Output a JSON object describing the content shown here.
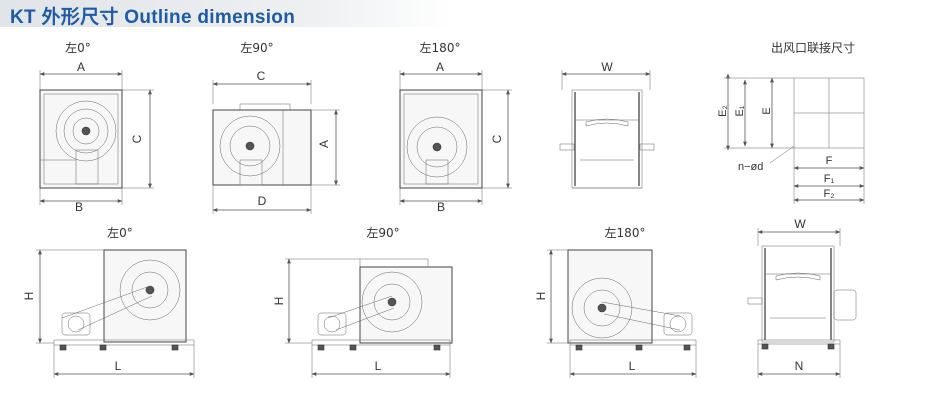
{
  "title": "KT  外形尺寸  Outline dimension",
  "views_top": {
    "left0": {
      "label": "左0°",
      "dims": [
        "A",
        "B",
        "C"
      ]
    },
    "left90": {
      "label": "左90°",
      "dims": [
        "C",
        "D",
        "A"
      ]
    },
    "left180": {
      "label": "左180°",
      "dims": [
        "A",
        "B",
        "C"
      ]
    },
    "front": {
      "dims": [
        "W"
      ]
    },
    "outlet": {
      "label": "出风口联接尺寸",
      "dims": [
        "E₂",
        "E₁",
        "E",
        "F",
        "F₁",
        "F₂",
        "n−ød"
      ]
    }
  },
  "views_bottom": {
    "left0": {
      "label": "左0°",
      "dims": [
        "H",
        "L"
      ]
    },
    "left90": {
      "label": "左90°",
      "dims": [
        "H",
        "L"
      ]
    },
    "left180": {
      "label": "左180°",
      "dims": [
        "H",
        "L"
      ]
    },
    "front": {
      "dims": [
        "W",
        "N"
      ]
    }
  }
}
